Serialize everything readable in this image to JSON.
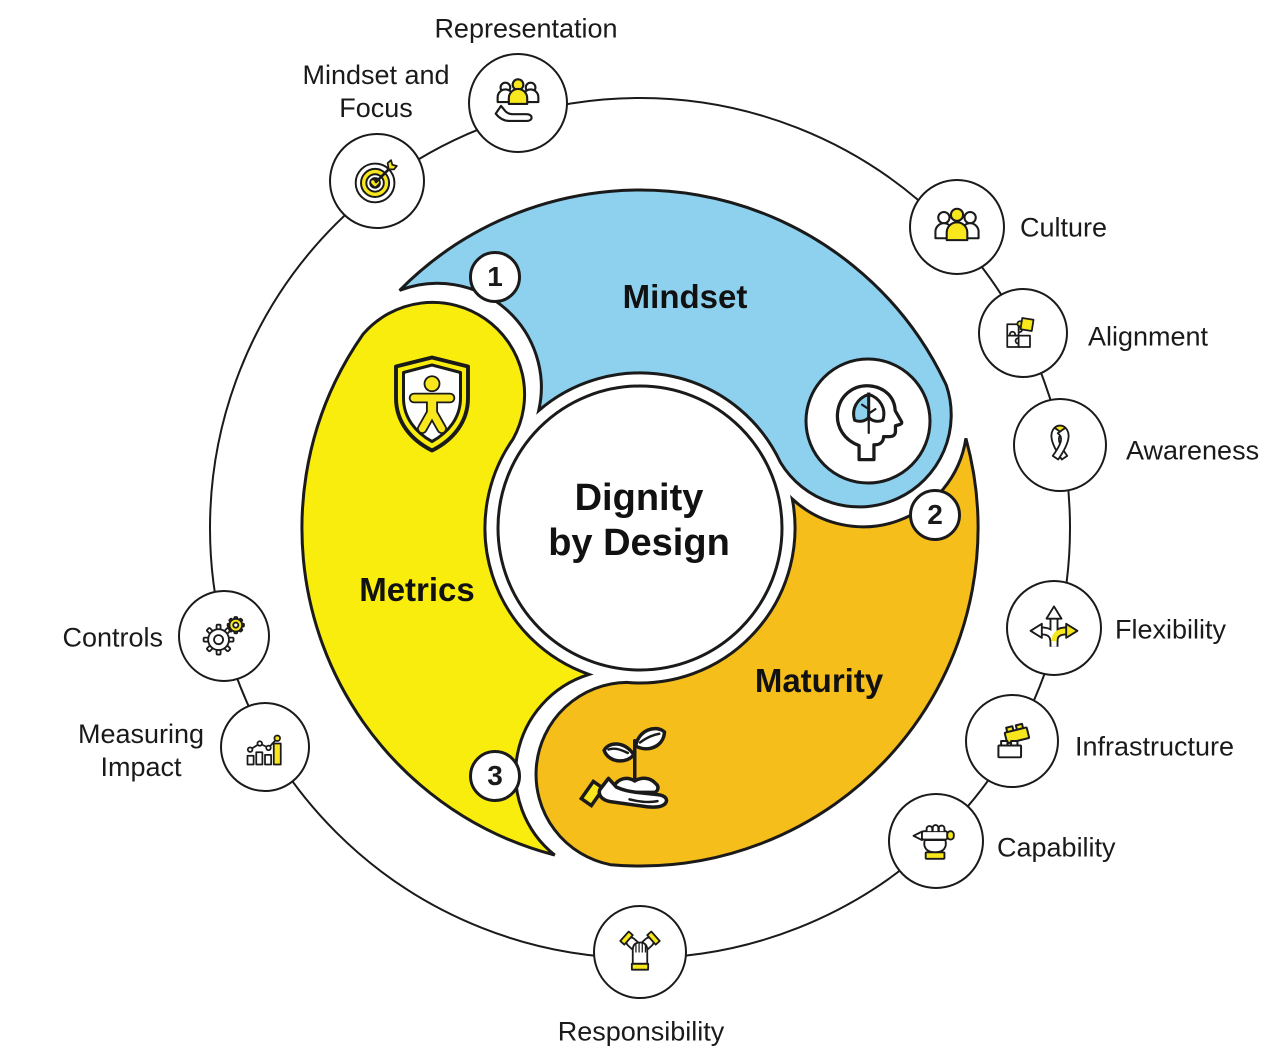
{
  "diagram": {
    "title_line1": "Dignity",
    "title_line2": "by Design",
    "segments": [
      {
        "number": "1",
        "label": "Mindset",
        "color": "#8DD1EE",
        "icon": "head-with-leaf-icon"
      },
      {
        "number": "2",
        "label": "Maturity",
        "color": "#F6BE1B",
        "icon": "hand-with-seedling-icon"
      },
      {
        "number": "3",
        "label": "Metrics",
        "color": "#F8ED0C",
        "icon": "accessibility-shield-icon"
      }
    ],
    "nodes": [
      {
        "label": "Representation",
        "icon": "hand-presenting-people-icon"
      },
      {
        "label": "Culture",
        "icon": "people-group-icon"
      },
      {
        "label": "Alignment",
        "icon": "puzzle-pieces-icon"
      },
      {
        "label": "Awareness",
        "icon": "awareness-ribbon-icon"
      },
      {
        "label": "Flexibility",
        "icon": "branching-arrows-icon"
      },
      {
        "label": "Infrastructure",
        "icon": "building-blocks-icon"
      },
      {
        "label": "Capability",
        "icon": "fist-holding-pencil-icon"
      },
      {
        "label": "Responsibility",
        "icon": "hands-together-icon"
      },
      {
        "label": "Measuring Impact",
        "icon": "bar-chart-trend-icon"
      },
      {
        "label": "Controls",
        "icon": "gears-icon"
      },
      {
        "label": "Mindset and Focus",
        "icon": "target-heart-icon"
      }
    ],
    "colors": {
      "blue": "#8DD1EE",
      "orange": "#F6BE1B",
      "yellow": "#F8ED0C",
      "icon_accent_yellow": "#F8E71C",
      "outline": "#1a1a1a"
    }
  }
}
